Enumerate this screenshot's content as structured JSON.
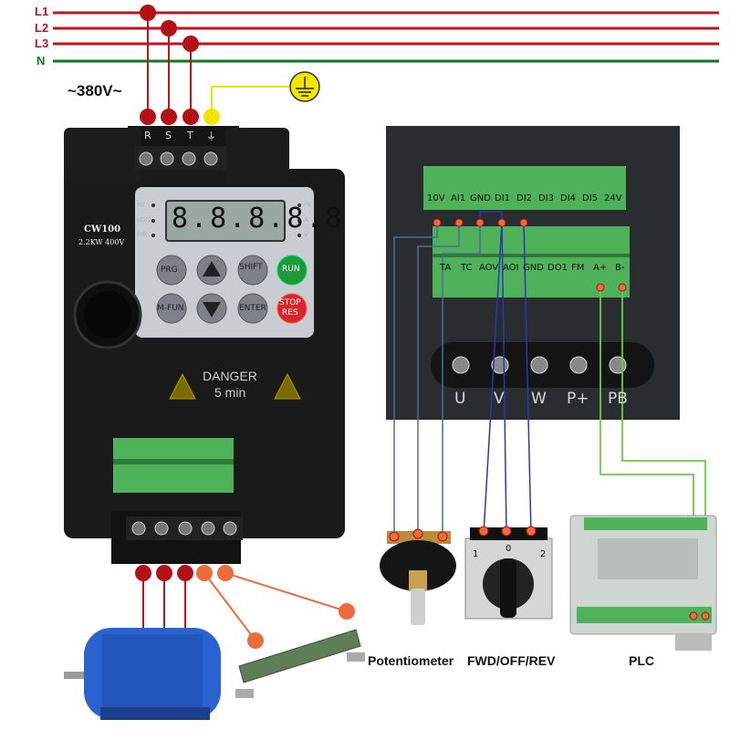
{
  "supply": {
    "lines": [
      {
        "label": "L1",
        "color": "#c0141b"
      },
      {
        "label": "L2",
        "color": "#c0141b"
      },
      {
        "label": "L3",
        "color": "#c0141b"
      },
      {
        "label": "N",
        "color": "#0a7a25"
      }
    ],
    "voltage": "~380V~"
  },
  "inverter": {
    "model": "CW100",
    "rating": "2.2KW 400V",
    "input_terminals": [
      "R",
      "S",
      "T",
      "⏚"
    ],
    "output_terminals": [
      "U",
      "V",
      "W",
      "P+",
      "PB"
    ],
    "display": "8.8.8.8.8",
    "led_left": [
      "Hz",
      "LOC",
      "F/R"
    ],
    "led_right": [
      "Hz",
      "A",
      "V"
    ],
    "buttons": [
      "PRG",
      "SHIFT",
      "RUN",
      "M-FUN",
      "ENTER",
      "STOP",
      "RES"
    ],
    "warning": [
      "DANGER",
      "5 min"
    ]
  },
  "control_terminals": {
    "top_row": [
      "10V",
      "AI1",
      "GND",
      "DI1",
      "DI2",
      "DI3",
      "DI4",
      "DI5",
      "24V"
    ],
    "bottom_row": [
      "TA",
      "TC",
      "AOV",
      "AOI",
      "GND",
      "DO1",
      "FM",
      "A+",
      "B-"
    ],
    "power_row": [
      "U",
      "V",
      "W",
      "P+",
      "PB"
    ]
  },
  "switch": {
    "positions": [
      "1",
      "0",
      "2"
    ]
  },
  "captions": {
    "potentiometer": "Potentiometer",
    "switch": "FWD/OFF/REV",
    "plc": "PLC"
  },
  "colors": {
    "phase": "#c0141b",
    "neutral": "#0a7a25",
    "ground": "#f2e600",
    "potentiometer_wire": "#4d6b9a",
    "switch_wire": "#2b36b0",
    "rs485_wire": "#66d040",
    "brake_wire": "#ec6c3c",
    "motor": "#2a63d0",
    "terminal_green": "#4fb25a"
  }
}
